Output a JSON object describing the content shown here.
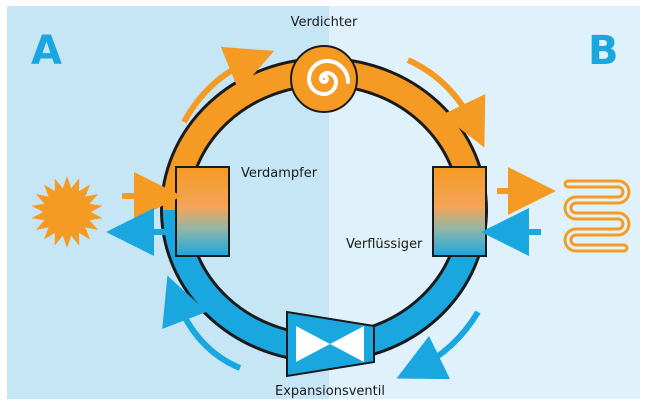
{
  "side_a_label": "A",
  "side_b_label": "B",
  "labels": {
    "compressor": "Verdichter",
    "evaporator": "Verdampfer",
    "condenser": "Verflüssiger",
    "expansion_valve": "Expansionsventil"
  },
  "colors": {
    "panel_a": "#c6e6f6",
    "panel_b": "#dff2fb",
    "hot": "#f59a23",
    "cold": "#1aa7e0",
    "outline": "#1a1a1a",
    "letter": "#1aa7e0"
  },
  "icons": {
    "heat_source": "sun-icon",
    "heat_sink": "heating-coil-icon"
  }
}
